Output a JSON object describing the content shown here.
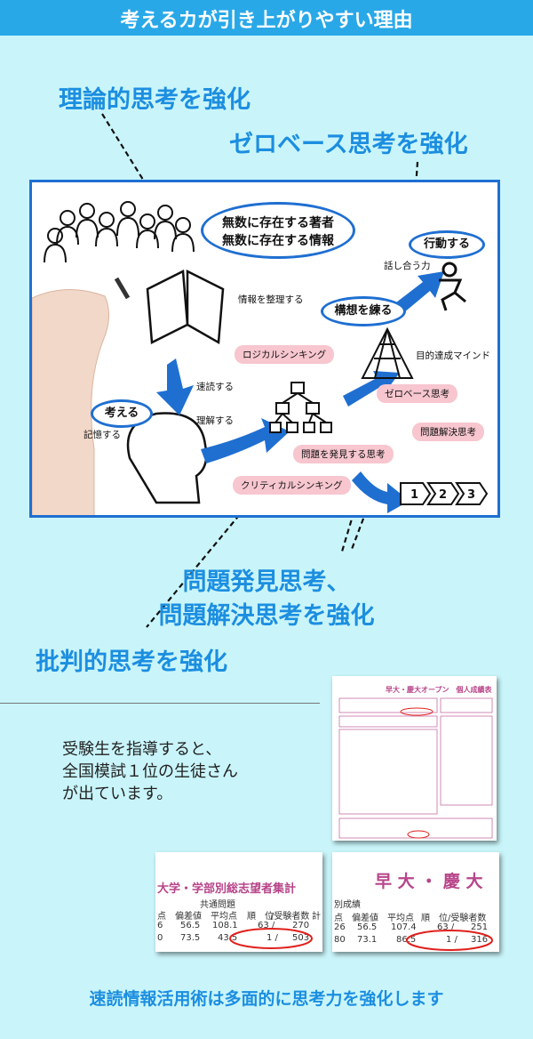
{
  "header": {
    "title": "考えるカが引き上がりやすい理由"
  },
  "callouts": {
    "logical": "理論的思考を強化",
    "zero_base": "ゼロベース思考を強化",
    "problem_line1": "問題発見思考、",
    "problem_line2": "問題解決思考を強化",
    "critical": "批判的思考を強化"
  },
  "diagram": {
    "bubble_top_line1": "無数に存在する著者",
    "bubble_top_line2": "無数に存在する情報",
    "organize_info": "情報を整理する",
    "logical_thinking": "ロジカルシンキング",
    "speed_reading": "速読する",
    "think": "考える",
    "understand": "理解する",
    "memorize": "記憶する",
    "critical_thinking": "クリティカルシンキング",
    "find_problem": "問題を発見する思考",
    "build_concept": "構想を練る",
    "zero_base_thinking": "ゼロベース思考",
    "solve_problem": "問題解決思考",
    "goal_mind": "目的達成マインド",
    "discuss": "話し合う力",
    "act": "行動する",
    "steps": [
      "1",
      "2",
      "3"
    ]
  },
  "body": {
    "line1": "受験生を指導すると、",
    "line2": "全国模試１位の生徒さん",
    "line3": "が出ています。"
  },
  "documents": {
    "report_title": "早大・慶大オープン　個人成績表",
    "summary_title": "大学・学部別総志望者集計",
    "summary_sub": "共通問題",
    "summary_headers": [
      "点",
      "偏差値",
      "平均点",
      "順　位",
      "/受験者数",
      "計"
    ],
    "summary_rows": [
      [
        "6",
        "56.5",
        "108.1",
        "63 /",
        "270"
      ],
      [
        "0",
        "73.5",
        "43.5",
        "1 /",
        "503"
      ]
    ],
    "brand_title": "早 大 ・ 慶 大",
    "brand_sub": "別成績",
    "brand_headers": [
      "点",
      "偏差値",
      "平均点",
      "順　位",
      "/受験者数"
    ],
    "brand_rows": [
      [
        "26",
        "56.5",
        "107.4",
        "63 /",
        "251"
      ],
      [
        "80",
        "73.1",
        "86.5",
        "1 /",
        "316"
      ]
    ]
  },
  "footer": {
    "text": "速読情報活用術は多面的に思考力を強化します"
  },
  "colors": {
    "header_bg": "#29a8e8",
    "page_bg": "#c9f5fa",
    "accent_blue": "#1c8ee0",
    "pink_tag": "#f7c6cf",
    "highlight_red": "#e0201c"
  }
}
